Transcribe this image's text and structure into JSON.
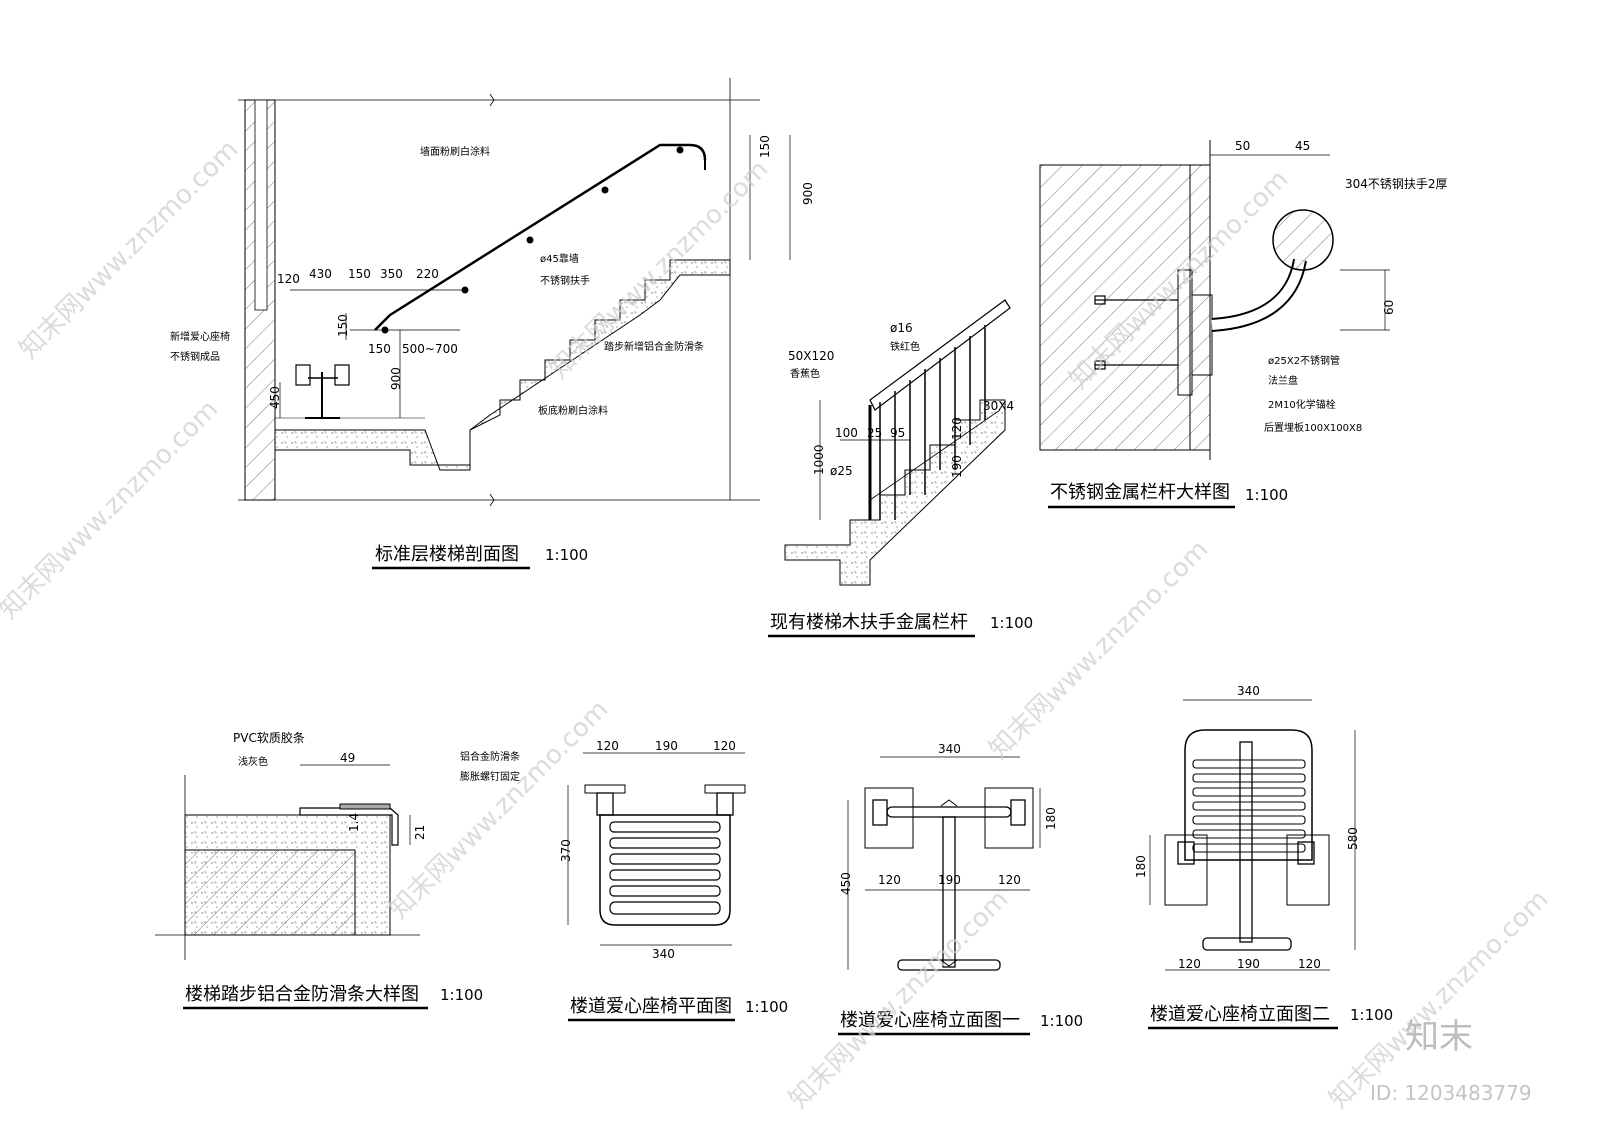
{
  "drawings": {
    "stair_section": {
      "title": "标准层楼梯剖面图",
      "scale": "1:100",
      "notes": {
        "wall_paint": "墙面粉刷白涂料",
        "handrail_1": "ø45靠墙",
        "handrail_2": "不锈钢扶手",
        "antislip": "踏步新增铝合金防滑条",
        "ceiling_paint": "板底粉刷白涂料",
        "seat_1": "新增爱心座椅",
        "seat_2": "不锈钢成品"
      },
      "dims": {
        "d120": "120",
        "d430": "430",
        "d150a": "150",
        "d350": "350",
        "d220": "220",
        "d150b": "150",
        "d150c": "150",
        "d500_700": "500~700",
        "d900a": "900",
        "d450": "450",
        "d150d": "150",
        "d900b": "900"
      }
    },
    "existing_railing": {
      "title": "现有楼梯木扶手金属栏杆",
      "scale": "1:100",
      "notes": {
        "wood": "50X120",
        "wood_color": "香蕉色",
        "bar": "ø16",
        "bar_color": "铁红色",
        "flat": "30X4",
        "post": "ø25"
      },
      "dims": {
        "d1000": "1000",
        "d100": "100",
        "d25": "25",
        "d95": "95",
        "d120": "120",
        "d190": "190"
      }
    },
    "steel_detail": {
      "title": "不锈钢金属栏杆大样图",
      "scale": "1:100",
      "notes": {
        "rail": "304不锈钢扶手2厚",
        "pipe": "ø25X2不锈钢管",
        "flange": "法兰盘",
        "bolt": "2M10化学锚栓",
        "plate": "后置埋板100X100X8"
      },
      "dims": {
        "d50": "50",
        "d45": "45",
        "d60": "60"
      }
    },
    "antislip_detail": {
      "title": "楼梯踏步铝合金防滑条大样图",
      "scale": "1:100",
      "notes": {
        "pvc": "PVC软质胶条",
        "pvc_color": "浅灰色",
        "alu": "铝合金防滑条",
        "alu_fix": "膨胀螺钉固定"
      },
      "dims": {
        "d49": "49",
        "d21": "21",
        "d14": "1.4"
      }
    },
    "seat_plan": {
      "title": "楼道爱心座椅平面图",
      "scale": "1:100",
      "dims": {
        "d120a": "120",
        "d190": "190",
        "d120b": "120",
        "d370": "370",
        "d340": "340"
      }
    },
    "seat_elev1": {
      "title": "楼道爱心座椅立面图一",
      "scale": "1:100",
      "dims": {
        "d340": "340",
        "d180": "180",
        "d450": "450",
        "d120a": "120",
        "d190": "190",
        "d120b": "120"
      }
    },
    "seat_elev2": {
      "title": "楼道爱心座椅立面图二",
      "scale": "1:100",
      "dims": {
        "d340": "340",
        "d580": "580",
        "d180": "180",
        "d120a": "120",
        "d190": "190",
        "d120b": "120"
      }
    }
  },
  "watermark": {
    "text": "知末网www.znzmo.com",
    "brand": "知末",
    "id": "ID: 1203483779"
  }
}
